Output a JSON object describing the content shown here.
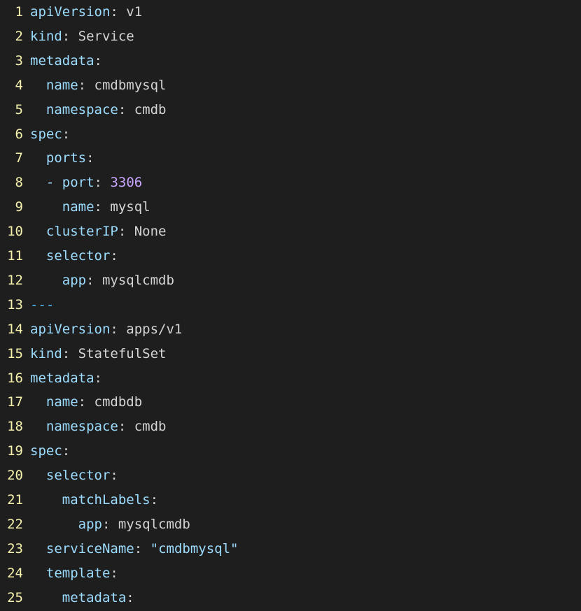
{
  "lines": [
    {
      "n": "1",
      "indent": "",
      "tokens": [
        [
          "key",
          "apiVersion"
        ],
        [
          "punct",
          ": "
        ],
        [
          "str",
          "v1"
        ]
      ]
    },
    {
      "n": "2",
      "indent": "",
      "tokens": [
        [
          "key",
          "kind"
        ],
        [
          "punct",
          ": "
        ],
        [
          "str",
          "Service"
        ]
      ]
    },
    {
      "n": "3",
      "indent": "",
      "tokens": [
        [
          "key",
          "metadata"
        ],
        [
          "punct",
          ":"
        ]
      ]
    },
    {
      "n": "4",
      "indent": "  ",
      "tokens": [
        [
          "key",
          "name"
        ],
        [
          "punct",
          ": "
        ],
        [
          "str",
          "cmdbmysql"
        ]
      ]
    },
    {
      "n": "5",
      "indent": "  ",
      "tokens": [
        [
          "key",
          "namespace"
        ],
        [
          "punct",
          ": "
        ],
        [
          "str",
          "cmdb"
        ]
      ]
    },
    {
      "n": "6",
      "indent": "",
      "tokens": [
        [
          "key",
          "spec"
        ],
        [
          "punct",
          ":"
        ]
      ]
    },
    {
      "n": "7",
      "indent": "  ",
      "tokens": [
        [
          "key",
          "ports"
        ],
        [
          "punct",
          ":"
        ]
      ]
    },
    {
      "n": "8",
      "indent": "  ",
      "tokens": [
        [
          "dash",
          "- "
        ],
        [
          "key",
          "port"
        ],
        [
          "punct",
          ": "
        ],
        [
          "num",
          "3306"
        ]
      ]
    },
    {
      "n": "9",
      "indent": "    ",
      "tokens": [
        [
          "key",
          "name"
        ],
        [
          "punct",
          ": "
        ],
        [
          "str",
          "mysql"
        ]
      ]
    },
    {
      "n": "10",
      "indent": "  ",
      "tokens": [
        [
          "key",
          "clusterIP"
        ],
        [
          "punct",
          ": "
        ],
        [
          "str",
          "None"
        ]
      ]
    },
    {
      "n": "11",
      "indent": "  ",
      "tokens": [
        [
          "key",
          "selector"
        ],
        [
          "punct",
          ":"
        ]
      ]
    },
    {
      "n": "12",
      "indent": "    ",
      "tokens": [
        [
          "key",
          "app"
        ],
        [
          "punct",
          ": "
        ],
        [
          "str",
          "mysqlcmdb"
        ]
      ]
    },
    {
      "n": "13",
      "indent": "",
      "tokens": [
        [
          "sep",
          "---"
        ]
      ]
    },
    {
      "n": "14",
      "indent": "",
      "tokens": [
        [
          "key",
          "apiVersion"
        ],
        [
          "punct",
          ": "
        ],
        [
          "str",
          "apps/v1"
        ]
      ]
    },
    {
      "n": "15",
      "indent": "",
      "tokens": [
        [
          "key",
          "kind"
        ],
        [
          "punct",
          ": "
        ],
        [
          "str",
          "StatefulSet"
        ]
      ]
    },
    {
      "n": "16",
      "indent": "",
      "tokens": [
        [
          "key",
          "metadata"
        ],
        [
          "punct",
          ":"
        ]
      ]
    },
    {
      "n": "17",
      "indent": "  ",
      "tokens": [
        [
          "key",
          "name"
        ],
        [
          "punct",
          ": "
        ],
        [
          "str",
          "cmdbdb"
        ]
      ]
    },
    {
      "n": "18",
      "indent": "  ",
      "tokens": [
        [
          "key",
          "namespace"
        ],
        [
          "punct",
          ": "
        ],
        [
          "str",
          "cmdb"
        ]
      ]
    },
    {
      "n": "19",
      "indent": "",
      "tokens": [
        [
          "key",
          "spec"
        ],
        [
          "punct",
          ":"
        ]
      ]
    },
    {
      "n": "20",
      "indent": "  ",
      "tokens": [
        [
          "key",
          "selector"
        ],
        [
          "punct",
          ":"
        ]
      ]
    },
    {
      "n": "21",
      "indent": "    ",
      "tokens": [
        [
          "key",
          "matchLabels"
        ],
        [
          "punct",
          ":"
        ]
      ]
    },
    {
      "n": "22",
      "indent": "      ",
      "tokens": [
        [
          "key",
          "app"
        ],
        [
          "punct",
          ": "
        ],
        [
          "str",
          "mysqlcmdb"
        ]
      ]
    },
    {
      "n": "23",
      "indent": "  ",
      "tokens": [
        [
          "key",
          "serviceName"
        ],
        [
          "punct",
          ": "
        ],
        [
          "quoted",
          "\"cmdbmysql\""
        ]
      ]
    },
    {
      "n": "24",
      "indent": "  ",
      "tokens": [
        [
          "key",
          "template"
        ],
        [
          "punct",
          ":"
        ]
      ]
    },
    {
      "n": "25",
      "indent": "    ",
      "tokens": [
        [
          "key",
          "metadata"
        ],
        [
          "punct",
          ":"
        ]
      ]
    }
  ]
}
